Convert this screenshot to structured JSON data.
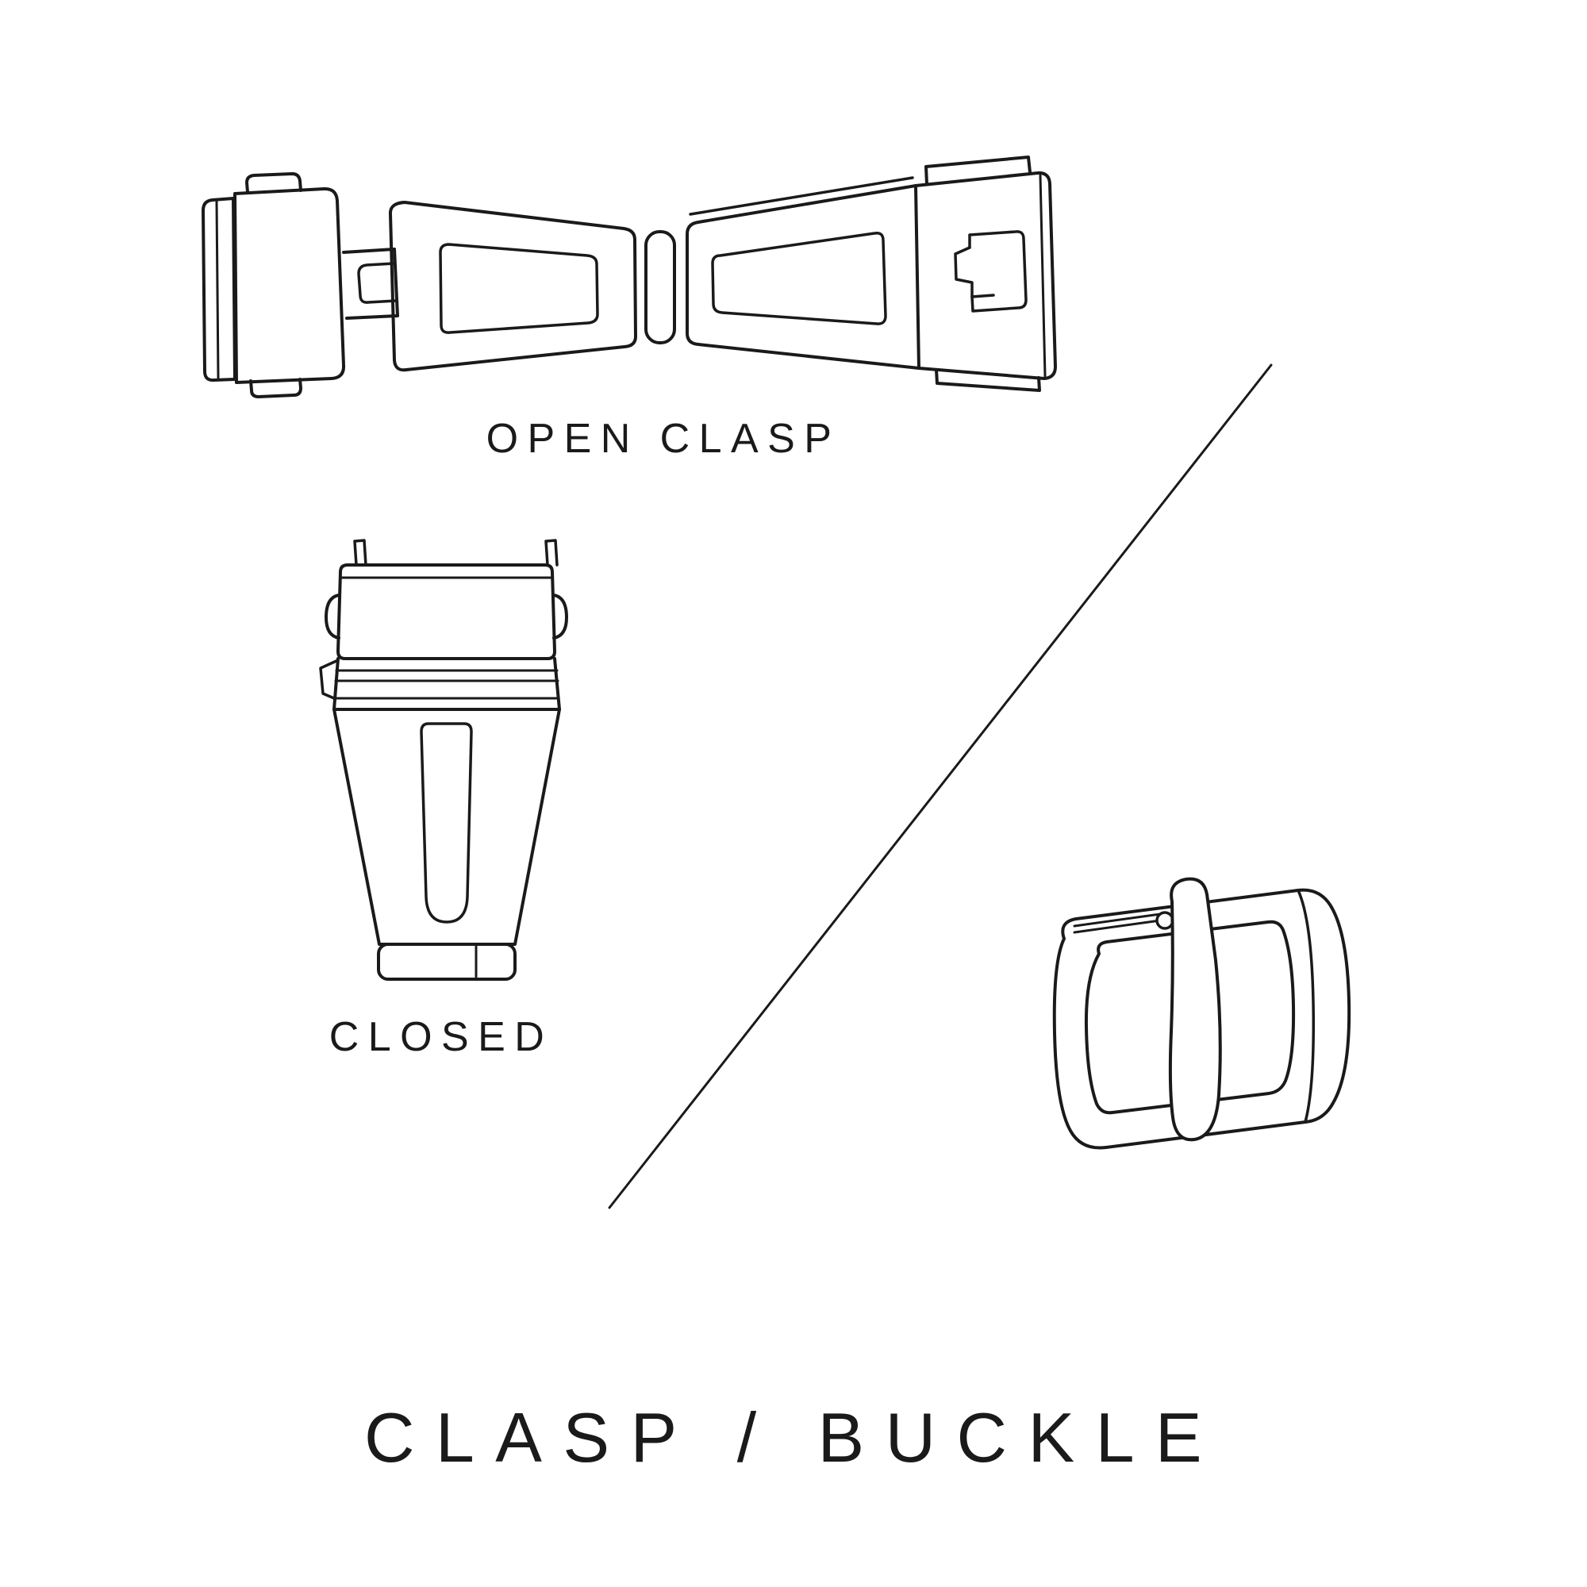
{
  "canvas": {
    "background": "#ffffff",
    "ink": "#1a1a1a"
  },
  "captions": {
    "open_clasp": "OPEN CLASP",
    "closed_clasp": "CLOSED"
  },
  "title": {
    "text": "CLASP / BUCKLE"
  },
  "icons": [
    "open-clasp-illustration",
    "closed-clasp-illustration",
    "buckle-illustration",
    "diagonal-divider-line"
  ]
}
